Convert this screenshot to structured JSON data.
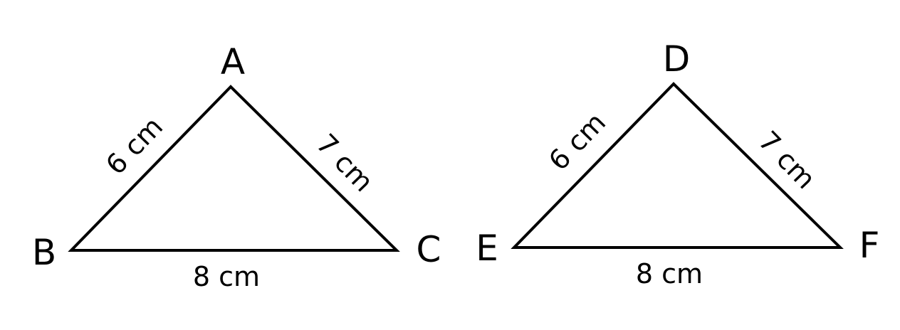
{
  "colors": {
    "stroke": "#000000",
    "background": "#ffffff"
  },
  "triangle_abc": {
    "vertices": {
      "top": "A",
      "left": "B",
      "right": "C"
    },
    "sides": {
      "ab": "6 cm",
      "ac": "7 cm",
      "bc": "8 cm"
    }
  },
  "triangle_def": {
    "vertices": {
      "top": "D",
      "left": "E",
      "right": "F"
    },
    "sides": {
      "de": "6 cm",
      "df": "7 cm",
      "ef": "8 cm"
    }
  }
}
